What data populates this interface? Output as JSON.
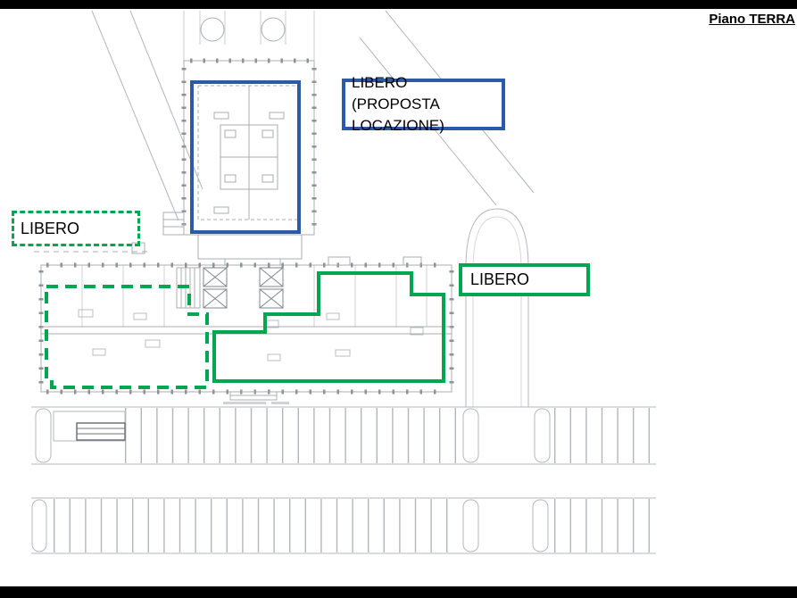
{
  "page": {
    "title": "Piano TERRA"
  },
  "annotations": {
    "blue_box": {
      "label": "LIBERO (PROPOSTA LOCAZIONE)",
      "color": "#2b5ba8"
    },
    "green_dashed_box": {
      "label": "LIBERO",
      "color": "#00a650"
    },
    "green_solid_box": {
      "label": "LIBERO",
      "color": "#00a650"
    }
  },
  "colors": {
    "plan_lines": "#a9adb2",
    "plan_ticks": "#8d939a",
    "letterbox": "#000000",
    "background": "#ffffff"
  }
}
